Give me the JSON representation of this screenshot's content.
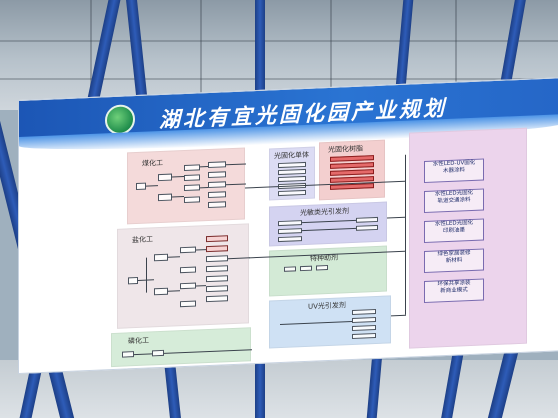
{
  "board": {
    "title": "湖北有宜光固化园产业规划"
  },
  "sections": {
    "coal": "煤化工",
    "salt": "盐化工",
    "phosphorus": "磷化工",
    "monomer": "光固化单体",
    "resin": "光固化树脂",
    "radical": "光敏类光引发剂",
    "special": "特种助剂",
    "uv": "UV光引发剂"
  },
  "products": [
    "水性LED-UV固化\n木器涂料",
    "水性LED光固化\n轨道交通涂料",
    "水性LED光固化\n印刷油墨",
    "绿色家居装修\n新材料",
    "环保共享涂装\n新商业模式"
  ],
  "colors": {
    "banner": "#2566c7",
    "coal_panel": "#f4dada",
    "salt_panel": "#efe6e9",
    "phos_panel": "#d6ecd9",
    "monomer_panel": "#dcdcf4",
    "resin_panel": "#f3cfcf",
    "radical_panel": "#d4d3f1",
    "special_panel": "#d3ead6",
    "uv_panel": "#cfe1f4",
    "products_panel": "#ecd4ec"
  }
}
